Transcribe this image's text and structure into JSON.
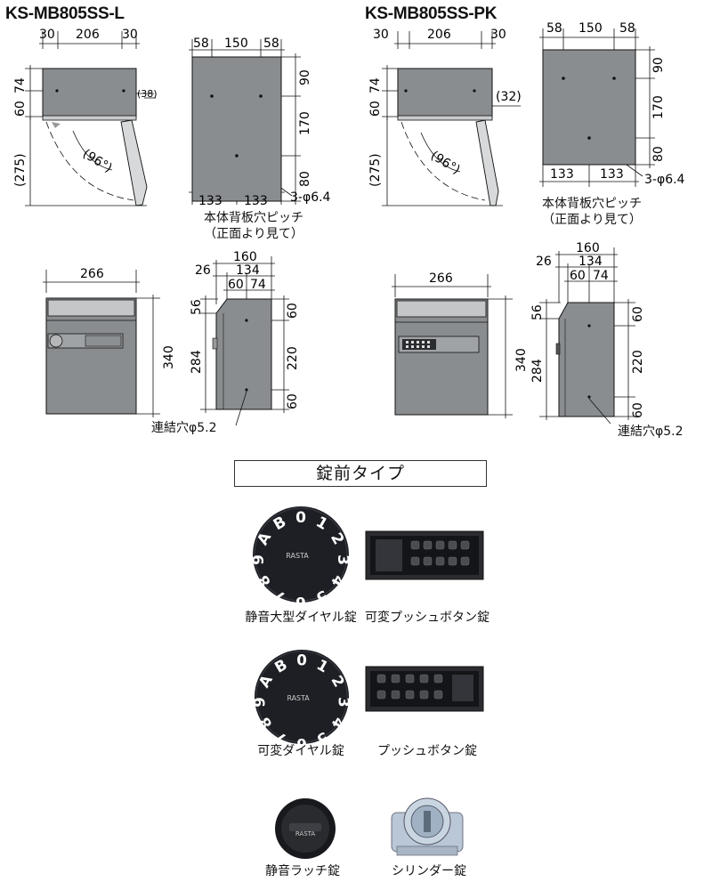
{
  "models": [
    {
      "name": "KS-MB805SS-L",
      "top_view": {
        "dims": [
          "30",
          "206",
          "30"
        ],
        "left": [
          "60",
          "74"
        ],
        "right_extra": "(38)",
        "height_open": "(275)",
        "angle": "(96°)"
      },
      "back_view": {
        "top": [
          "58",
          "150",
          "58"
        ],
        "right": [
          "90",
          "170",
          "80"
        ],
        "bottom": [
          "133",
          "133"
        ],
        "hole": "3-φ6.4",
        "caption_1": "本体背板穴ピッチ",
        "caption_2": "（正面より見て）"
      },
      "front_view": {
        "width": "266",
        "height": "340"
      },
      "side_view": {
        "top_total": "160",
        "top": [
          "26",
          "134"
        ],
        "top_inner": [
          "60",
          "74"
        ],
        "left": [
          "56",
          "284"
        ],
        "right": [
          "60",
          "220",
          "60"
        ],
        "hole": "連結穴φ5.2"
      }
    },
    {
      "name": "KS-MB805SS-PK",
      "top_view": {
        "dims": [
          "30",
          "206",
          "30"
        ],
        "left": [
          "60",
          "74"
        ],
        "right_extra": "(32)",
        "height_open": "(275)",
        "angle": "(96°)"
      },
      "back_view": {
        "top": [
          "58",
          "150",
          "58"
        ],
        "right": [
          "90",
          "170",
          "80"
        ],
        "bottom": [
          "133",
          "133"
        ],
        "hole": "3-φ6.4",
        "caption_1": "本体背板穴ピッチ",
        "caption_2": "（正面より見て）"
      },
      "front_view": {
        "width": "266",
        "height": "340"
      },
      "side_view": {
        "top_total": "160",
        "top": [
          "26",
          "134"
        ],
        "top_inner": [
          "60",
          "74"
        ],
        "left": [
          "56",
          "284"
        ],
        "right": [
          "60",
          "220",
          "60"
        ],
        "hole": "連結穴φ5.2"
      }
    }
  ],
  "lock_section_title": "錠前タイプ",
  "dial_text": "RASTA",
  "locks": [
    {
      "label": "静音大型ダイヤル錠",
      "icon": "dial-icon"
    },
    {
      "label": "可変プッシュボタン錠",
      "icon": "push-button-panel-icon"
    },
    {
      "label": "可変ダイヤル錠",
      "icon": "dial-icon"
    },
    {
      "label": "プッシュボタン錠",
      "icon": "push-button-panel-icon"
    },
    {
      "label": "静音ラッチ錠",
      "icon": "latch-icon"
    },
    {
      "label": "シリンダー錠",
      "icon": "cylinder-icon"
    }
  ],
  "colors": {
    "body": "#8a8d90",
    "lid": "#a9acae",
    "dial": "#1d1f24",
    "line": "#111111"
  }
}
